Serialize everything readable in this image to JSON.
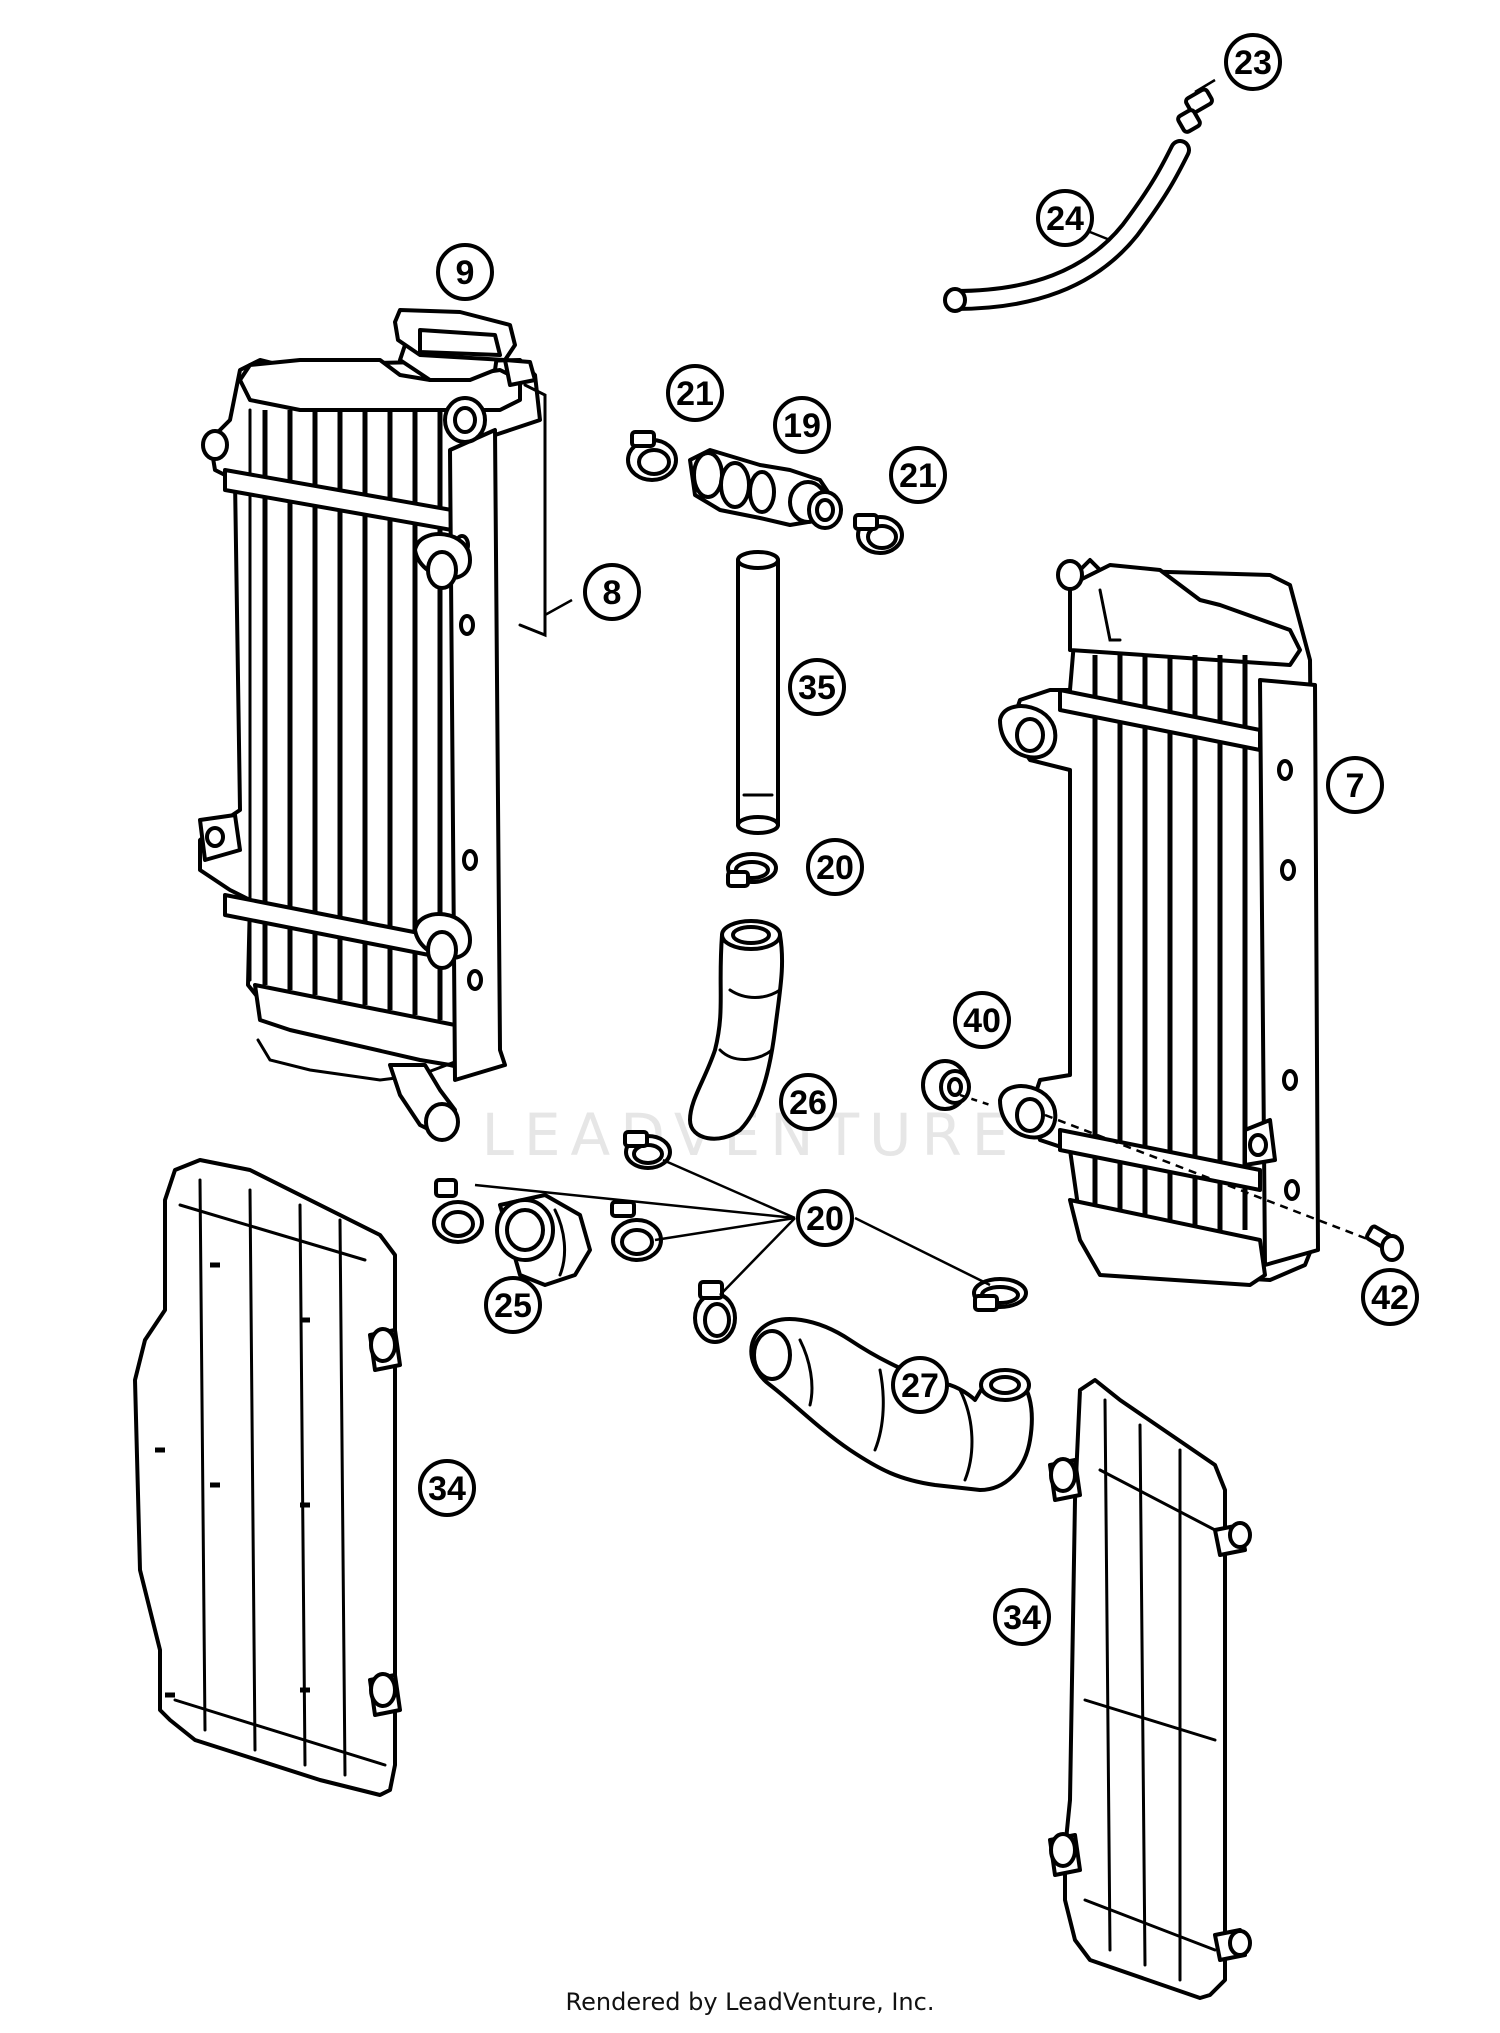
{
  "watermark": "LEADVENTURE",
  "footer": "Rendered by LeadVenture, Inc.",
  "callouts": [
    {
      "id": "c23",
      "label": "23"
    },
    {
      "id": "c24",
      "label": "24"
    },
    {
      "id": "c9",
      "label": "9"
    },
    {
      "id": "c21a",
      "label": "21"
    },
    {
      "id": "c19",
      "label": "19"
    },
    {
      "id": "c21b",
      "label": "21"
    },
    {
      "id": "c8",
      "label": "8"
    },
    {
      "id": "c35",
      "label": "35"
    },
    {
      "id": "c7",
      "label": "7"
    },
    {
      "id": "c20a",
      "label": "20"
    },
    {
      "id": "c40",
      "label": "40"
    },
    {
      "id": "c26",
      "label": "26"
    },
    {
      "id": "c20b",
      "label": "20"
    },
    {
      "id": "c42",
      "label": "42"
    },
    {
      "id": "c25",
      "label": "25"
    },
    {
      "id": "c27",
      "label": "27"
    },
    {
      "id": "c34a",
      "label": "34"
    },
    {
      "id": "c34b",
      "label": "34"
    }
  ]
}
